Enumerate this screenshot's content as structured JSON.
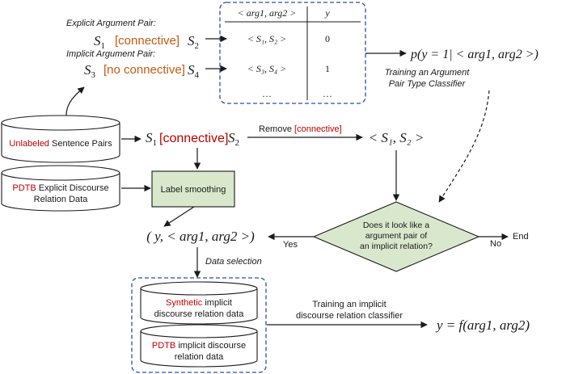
{
  "colors": {
    "red_text": "#c00000",
    "orange_text": "#c55a11",
    "dashed_border": "#2f4f9f",
    "green_fill": "#d9e8cc",
    "green_stroke": "#7a9a5a"
  },
  "pairs": {
    "explicit_heading": "Explicit Argument Pair:",
    "explicit_s1": "S",
    "explicit_s1_sub": "1",
    "explicit_connective": "[connective]",
    "explicit_s2": "S",
    "explicit_s2_sub": "2",
    "implicit_heading": "Implicit Argument Pair:",
    "implicit_s3": "S",
    "implicit_s3_sub": "3",
    "implicit_connective": "[no connective]",
    "implicit_s4": "S",
    "implicit_s4_sub": "4"
  },
  "pair_table": {
    "header_left": "< arg1, arg2 >",
    "header_right": "y",
    "row1_left": "< S₁, S₂ >",
    "row1_right": "0",
    "row2_left": "< S₃, S₄ >",
    "row2_right": "1",
    "row3_left": "…",
    "row3_right": "…"
  },
  "classifier": {
    "formula": "p(y = 1| < arg1, arg2 >)",
    "caption_line1": "Training an Argument",
    "caption_line2": "Pair Type Classifier"
  },
  "unlabeled_db": {
    "highlight": "Unlabeled",
    "rest": " Sentence Pairs"
  },
  "pdtb_explicit_db": {
    "highlight": "PDTB",
    "line1_rest": " Explicit Discourse",
    "line2": "Relation Data"
  },
  "sentence": {
    "s1": "S",
    "s1_sub": "1",
    "connective": "[connective]",
    "s2": "S",
    "s2_sub": "2"
  },
  "remove": {
    "label": "Remove ",
    "connective": "[connective]"
  },
  "pair_result": "< S₁, S₂ >",
  "label_smoothing": "Label smoothing",
  "decision": {
    "line1": "Does it look like a",
    "line2": "argument pair of",
    "line3": "an implicit relation?",
    "yes": "Yes",
    "no": "No",
    "end": "End"
  },
  "labeled_pair": "( y,  < arg1, arg2 >)",
  "data_selection": "Data selection",
  "synthetic_db": {
    "highlight": "Synthetic",
    "line1_rest": " implicit",
    "line2": "discourse relation data"
  },
  "pdtb_implicit_db": {
    "highlight": "PDTB",
    "line1_rest": " implicit discourse",
    "line2": "relation data"
  },
  "final": {
    "caption_line1": "Training an implicit",
    "caption_line2": "discourse relation classifier",
    "formula": "y = f(arg1, arg2)"
  }
}
